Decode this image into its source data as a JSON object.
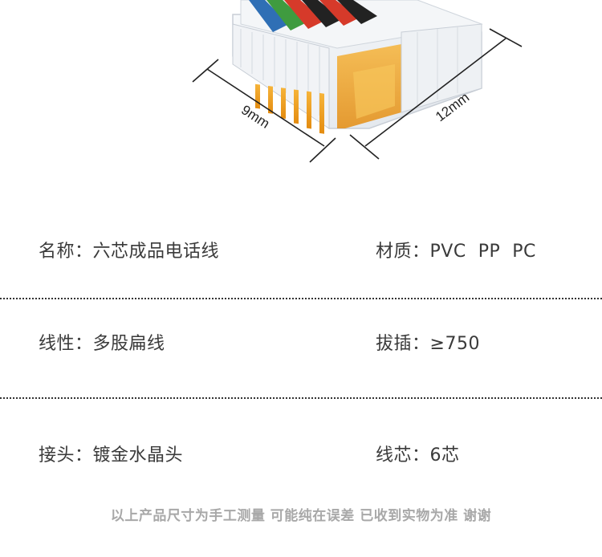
{
  "figure": {
    "dim_depth": "9mm",
    "dim_length": "12mm",
    "colors": {
      "wire_blue": "#2f6fb5",
      "wire_green": "#3f9b3f",
      "wire_red": "#d63a2a",
      "wire_black": "#222222",
      "contact_gold": "#f0a020",
      "housing_clear": "#eef1f4"
    }
  },
  "specs": {
    "name": {
      "label": "名称",
      "sep": "：",
      "value": "六芯成品电话线"
    },
    "material": {
      "label": "材质",
      "sep": "：",
      "value": "PVC  PP  PC"
    },
    "wire_type": {
      "label": "线性",
      "sep": "：",
      "value": "多股扁线"
    },
    "plug_cycles": {
      "label": "拔插",
      "sep": "：",
      "value": "≥750"
    },
    "connector": {
      "label": "接头",
      "sep": "：",
      "value": "镀金水晶头"
    },
    "core_count": {
      "label": "线芯",
      "sep": "：",
      "value": "6芯"
    }
  },
  "disclaimer": "以上产品尺寸为手工测量 可能纯在误差 已收到实物为准 谢谢"
}
